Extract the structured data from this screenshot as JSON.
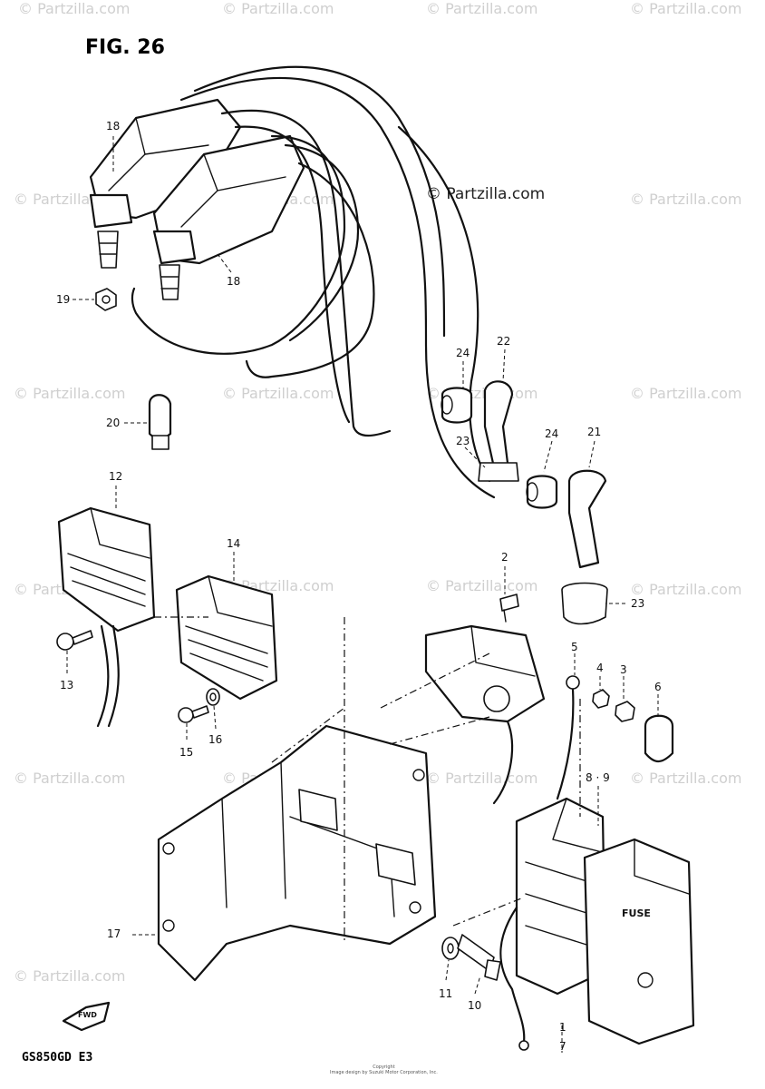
{
  "figure": {
    "title": "FIG. 26",
    "model": "GS850GD  E3",
    "copyright_line1": "Copyright",
    "copyright_line2": "Image design by Suzuki Motor Corporation, Inc."
  },
  "watermarks": [
    "© Partzilla.com",
    "© Partzilla.com",
    "© Partzilla.com",
    "© Partzilla.com",
    "© Partzilla.com",
    "© Partzilla.com",
    "© Partzilla.com",
    "© Partzilla.com",
    "© Partzilla.com",
    "© Partzilla.com",
    "© Partzilla.com",
    "© Partzilla.com",
    "© Partzilla.com",
    "© Partzilla.com",
    "© Partzilla.com",
    "© Partzilla.com",
    "© Partzilla.com",
    "© Partzilla.com",
    "© Partzilla.com",
    "© Partzilla.com"
  ],
  "main_watermark": "© Partzilla.com",
  "callouts": {
    "c18a": "18",
    "c18b": "18",
    "c19": "19",
    "c20": "20",
    "c22": "22",
    "c24a": "24",
    "c23a": "23",
    "c24b": "24",
    "c21": "21",
    "c23b": "23",
    "c12": "12",
    "c14": "14",
    "c13": "13",
    "c15": "15",
    "c16": "16",
    "c2": "2",
    "c5": "5",
    "c4": "4",
    "c3": "3",
    "c6": "6",
    "c89": "8 · 9",
    "c17": "17",
    "c11": "11",
    "c10": "10",
    "c1": "1",
    "c7": "7"
  },
  "fuse_label": "FUSE",
  "fwd_label": "FWD"
}
